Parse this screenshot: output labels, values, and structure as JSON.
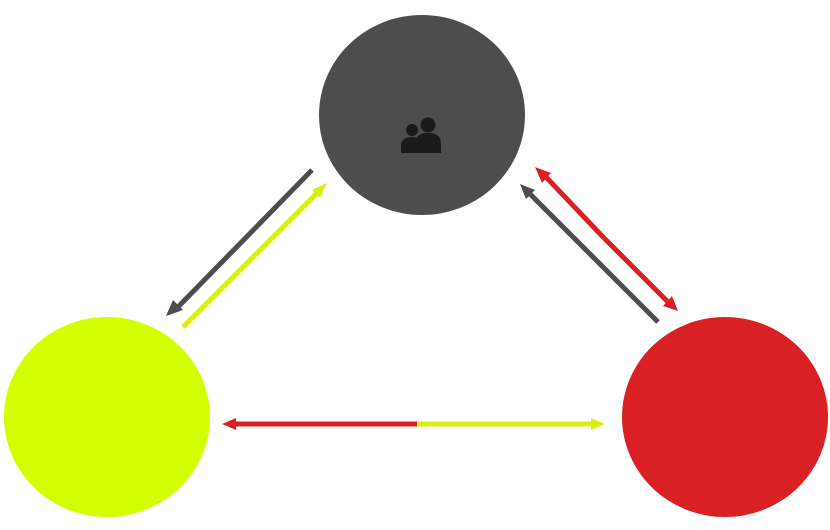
{
  "nodes": {
    "top": {
      "color": "#4d4d4d",
      "icon": "people-icon",
      "icon_color": "#1a1a1a"
    },
    "left": {
      "color": "#d4ff00"
    },
    "right": {
      "color": "#d92125"
    }
  },
  "connections": [
    {
      "from": "top",
      "to": "left",
      "color": "#4d4d4d"
    },
    {
      "from": "left",
      "to": "top",
      "color": "#d9f00e"
    },
    {
      "from": "right",
      "to": "top",
      "color": "#d92125"
    },
    {
      "from": "right",
      "to": "top",
      "color": "#d92125"
    },
    {
      "from": "top",
      "to": "right",
      "color": "#4d4d4d"
    },
    {
      "from": "bottom-center",
      "to": "left",
      "color": "#d92125"
    },
    {
      "from": "bottom-center",
      "to": "right",
      "color": "#d9f00e"
    }
  ]
}
